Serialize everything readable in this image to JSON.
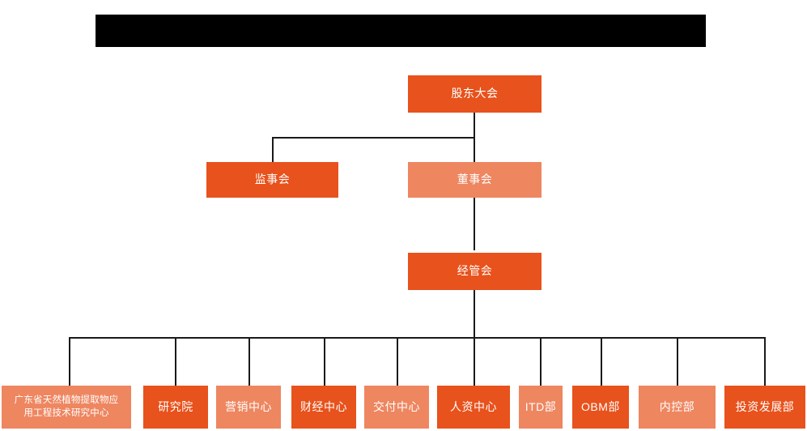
{
  "page": {
    "title_bar": {
      "label": "",
      "redacted": true,
      "color": "#000000"
    },
    "background_color": "#ffffff",
    "line_color": "#1a1a1a"
  },
  "palette": {
    "dark_orange": "#e8521c",
    "light_orange": "#ee8660",
    "text": "#ffffff"
  },
  "chart_data": {
    "type": "org-chart",
    "title": "",
    "levels": [
      {
        "name": "level-1",
        "nodes": [
          {
            "id": "shareholders",
            "label": "股东大会",
            "style": "dark"
          }
        ]
      },
      {
        "name": "level-2",
        "nodes": [
          {
            "id": "supervisors",
            "label": "监事会",
            "style": "dark"
          },
          {
            "id": "directors",
            "label": "董事会",
            "style": "light"
          }
        ]
      },
      {
        "name": "level-3",
        "nodes": [
          {
            "id": "management",
            "label": "经管会",
            "style": "dark"
          }
        ]
      },
      {
        "name": "level-4",
        "nodes": [
          {
            "id": "gd-center",
            "label": "广东省天然植物提取物应用工程技术研究中心",
            "style": "light"
          },
          {
            "id": "research-institute",
            "label": "研究院",
            "style": "dark"
          },
          {
            "id": "marketing-center",
            "label": "营销中心",
            "style": "light"
          },
          {
            "id": "finance-center",
            "label": "财经中心",
            "style": "dark"
          },
          {
            "id": "delivery-center",
            "label": "交付中心",
            "style": "light"
          },
          {
            "id": "hr-center",
            "label": "人资中心",
            "style": "dark"
          },
          {
            "id": "itd-dept",
            "label": "ITD部",
            "style": "light"
          },
          {
            "id": "obm-dept",
            "label": "OBM部",
            "style": "dark"
          },
          {
            "id": "internal-control-dept",
            "label": "内控部",
            "style": "light"
          },
          {
            "id": "investment-dev-dept",
            "label": "投资发展部",
            "style": "dark"
          }
        ]
      }
    ],
    "edges": [
      {
        "from": "shareholders",
        "to": "supervisors"
      },
      {
        "from": "shareholders",
        "to": "directors"
      },
      {
        "from": "directors",
        "to": "management"
      },
      {
        "from": "management",
        "to": "gd-center"
      },
      {
        "from": "management",
        "to": "research-institute"
      },
      {
        "from": "management",
        "to": "marketing-center"
      },
      {
        "from": "management",
        "to": "finance-center"
      },
      {
        "from": "management",
        "to": "delivery-center"
      },
      {
        "from": "management",
        "to": "hr-center"
      },
      {
        "from": "management",
        "to": "itd-dept"
      },
      {
        "from": "management",
        "to": "obm-dept"
      },
      {
        "from": "management",
        "to": "internal-control-dept"
      },
      {
        "from": "management",
        "to": "investment-dev-dept"
      }
    ]
  },
  "nodes": {
    "shareholders": {
      "label": "股东大会"
    },
    "supervisors": {
      "label": "监事会"
    },
    "directors": {
      "label": "董事会"
    },
    "management": {
      "label": "经管会"
    },
    "gd_center_line1": {
      "label": "广东省天然植物提取物应"
    },
    "gd_center_line2": {
      "label": "用工程技术研究中心"
    },
    "research_institute": {
      "label": "研究院"
    },
    "marketing_center": {
      "label": "营销中心"
    },
    "finance_center": {
      "label": "财经中心"
    },
    "delivery_center": {
      "label": "交付中心"
    },
    "hr_center": {
      "label": "人资中心"
    },
    "itd_dept": {
      "label": "ITD部"
    },
    "obm_dept": {
      "label": "OBM部"
    },
    "internal_control_dept": {
      "label": "内控部"
    },
    "investment_dev_dept": {
      "label": "投资发展部"
    }
  }
}
